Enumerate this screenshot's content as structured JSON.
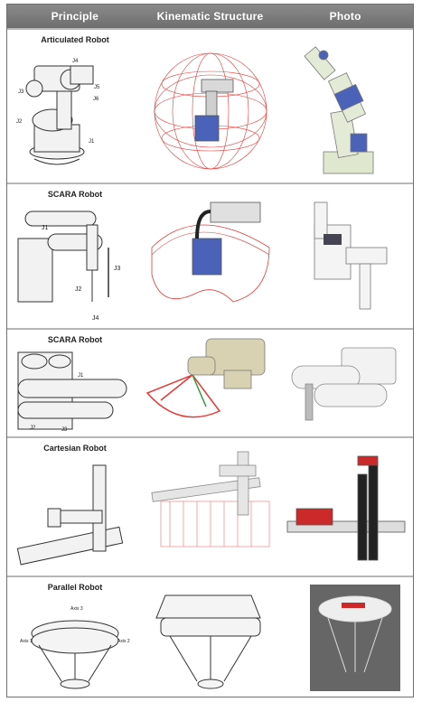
{
  "header": {
    "principle": "Principle",
    "kinematic": "Kinematic Structure",
    "photo": "Photo"
  },
  "rows": [
    {
      "title": "Articulated Robot",
      "joint_labels": [
        "J4",
        "J5",
        "J6",
        "J3",
        "J2",
        "J1"
      ]
    },
    {
      "title": "SCARA Robot",
      "joint_labels": [
        "J1",
        "J2",
        "J3",
        "J4"
      ]
    },
    {
      "title": "SCARA Robot",
      "joint_labels": [
        "J1",
        "J2",
        "J3"
      ]
    },
    {
      "title": "Cartesian Robot",
      "joint_labels": []
    },
    {
      "title": "Parallel Robot",
      "joint_labels": [
        "Axis 3",
        "Axis 1",
        "Axis 2"
      ]
    }
  ],
  "colors": {
    "header_bg": "#7a7a7a",
    "row_border": "#b6b6b6",
    "workspace_red": "#e53935",
    "robot_blue": "#4a62b8",
    "robot_beige": "#d8d2b2"
  }
}
